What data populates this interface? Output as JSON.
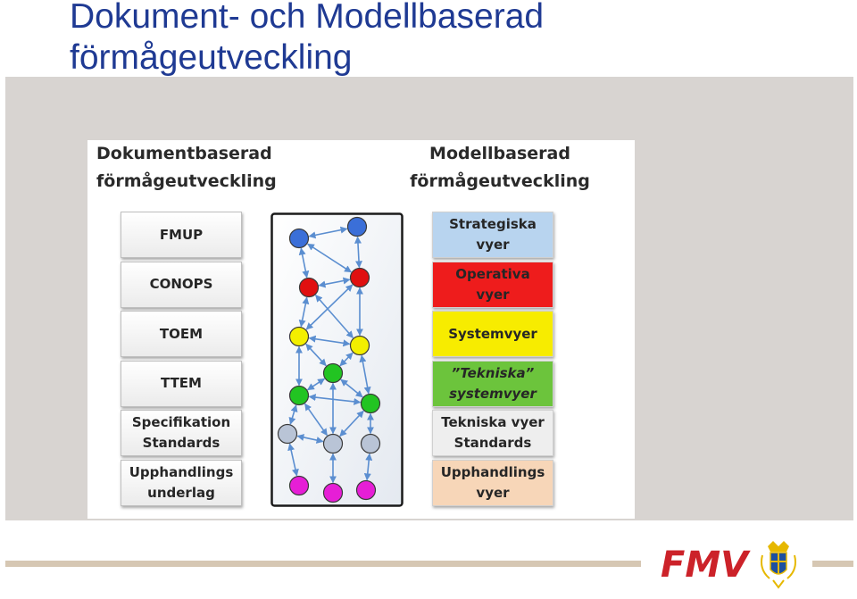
{
  "title": {
    "line1": "Dokument- och Modellbaserad",
    "line2": "förmågeutveckling"
  },
  "diagram": {
    "left_heading": [
      "Dokumentbaserad",
      "förmågeutveckling"
    ],
    "right_heading": [
      "Modellbaserad",
      "förmågeutveckling"
    ],
    "left_boxes": [
      {
        "lines": [
          "FMUP"
        ]
      },
      {
        "lines": [
          "CONOPS"
        ]
      },
      {
        "lines": [
          "TOEM"
        ]
      },
      {
        "lines": [
          "TTEM"
        ]
      },
      {
        "lines": [
          "Specifikation",
          "Standards"
        ]
      },
      {
        "lines": [
          "Upphandlings",
          "underlag"
        ]
      }
    ],
    "right_boxes": [
      {
        "lines": [
          "Strategiska",
          "vyer"
        ],
        "color": "#b8d4ef",
        "italic": false
      },
      {
        "lines": [
          "Operativa",
          "vyer"
        ],
        "color": "#ee1c1c",
        "italic": false
      },
      {
        "lines": [
          "Systemvyer"
        ],
        "color": "#f7ec00",
        "italic": false
      },
      {
        "lines": [
          "”Tekniska”",
          "systemvyer"
        ],
        "color": "#6cc43c",
        "italic": true
      },
      {
        "lines": [
          "Tekniska vyer",
          "Standards"
        ],
        "color": "#eeeeee",
        "italic": false
      },
      {
        "lines": [
          "Upphandlings",
          "vyer"
        ],
        "color": "#f7d6b8",
        "italic": false
      }
    ],
    "node_colors": {
      "blue": "#3b6fd8",
      "red": "#e01010",
      "yellow": "#f3ef00",
      "green": "#22c422",
      "grey": "#b9c4d6",
      "magenta": "#e61ed6"
    },
    "arrow_color": "#5b8ed0"
  },
  "logo": {
    "text": "FMV",
    "color": "#cc2229",
    "emblem": "crown-shield-icon"
  }
}
